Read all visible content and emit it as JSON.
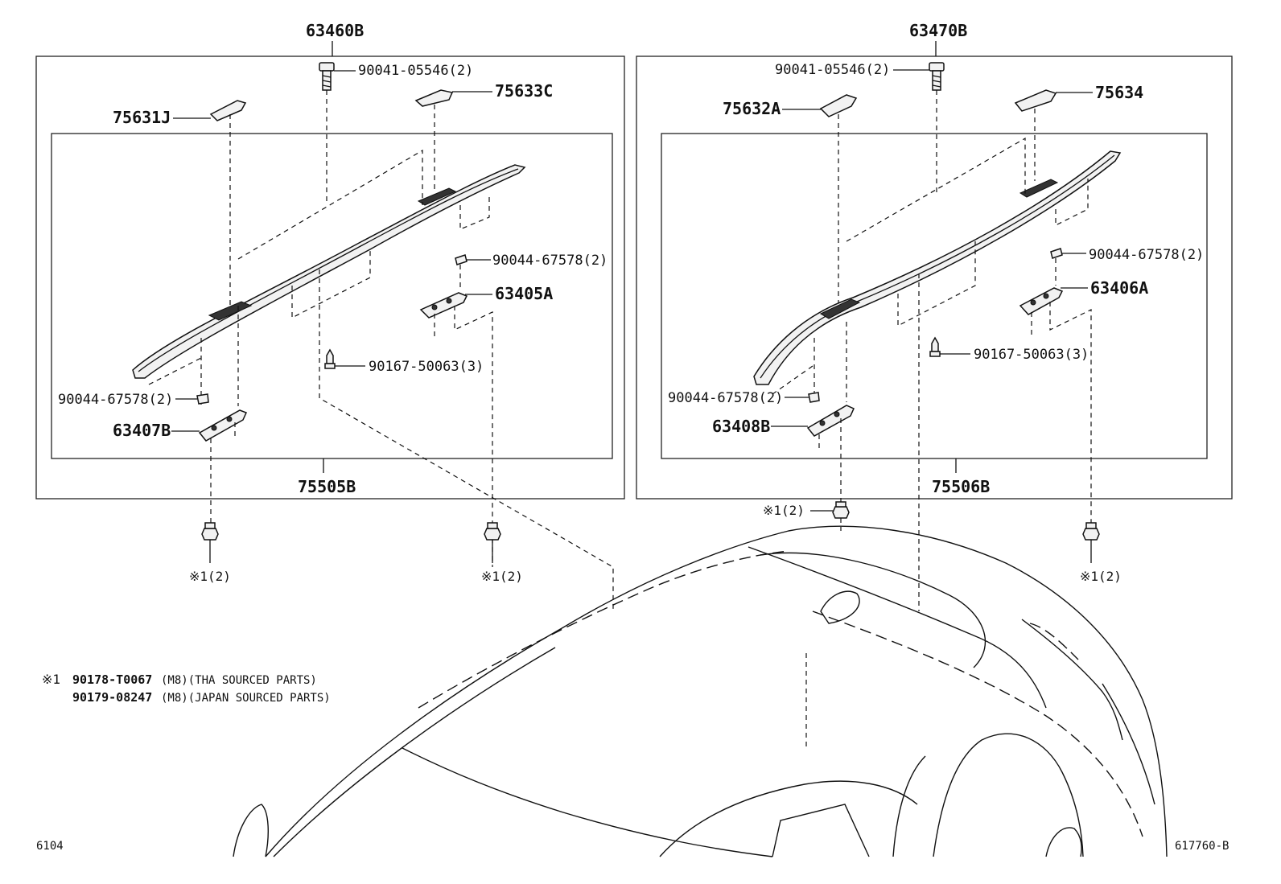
{
  "assemblies": {
    "left": {
      "number": "63460B",
      "rail_number": "75505B",
      "parts": {
        "bolt": "90041-05546(2)",
        "cover_front": "75631J",
        "cover_rear": "75633C",
        "clip_rear": "90044-67578(2)",
        "bracket_rear": "63405A",
        "screw": "90167-50063(3)",
        "clip_front": "90044-67578(2)",
        "bracket_front": "63407B"
      }
    },
    "right": {
      "number": "63470B",
      "rail_number": "75506B",
      "parts": {
        "bolt": "90041-05546(2)",
        "cover_front": "75632A",
        "cover_rear": "75634",
        "clip_rear": "90044-67578(2)",
        "bracket_rear": "63406A",
        "screw": "90167-50063(3)",
        "clip_front": "90044-67578(2)",
        "bracket_front": "63408B"
      }
    }
  },
  "nut_refs": {
    "left_front": "※1(2)",
    "left_rear": "※1(2)",
    "right_front": "※1(2)",
    "right_rear": "※1(2)"
  },
  "footnote": {
    "marker": "※1",
    "line1_part": "90178-T0067",
    "line1_desc": "(M8)(THA SOURCED PARTS)",
    "line2_part": "90179-08247",
    "line2_desc": "(M8)(JAPAN SOURCED PARTS)"
  },
  "page_code": "6104",
  "diagram_code": "617760-B"
}
